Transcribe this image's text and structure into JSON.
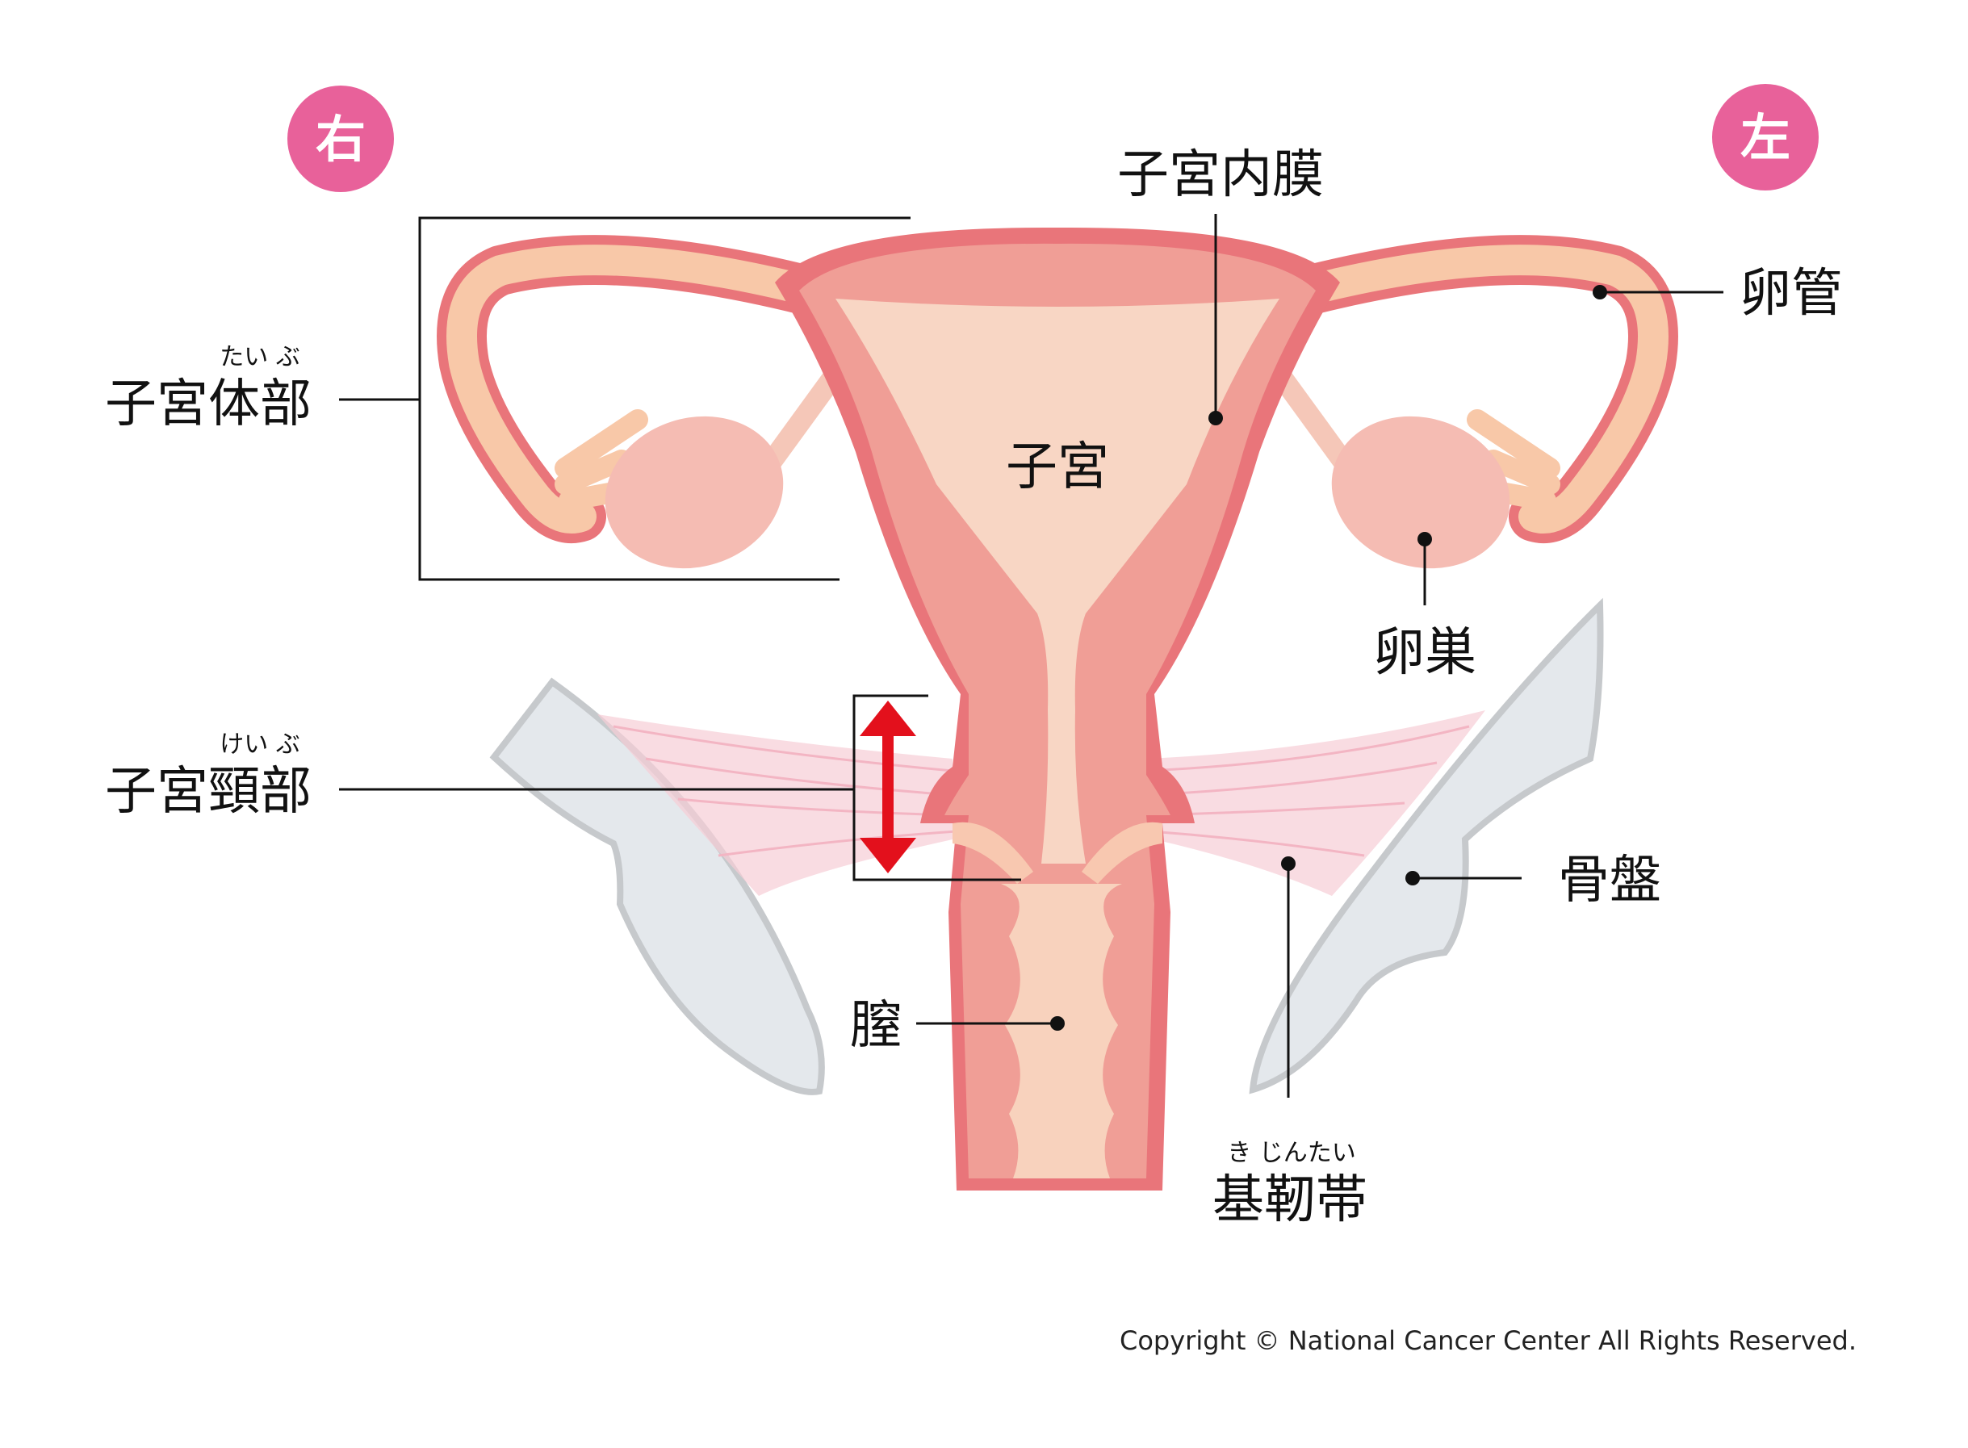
{
  "side_labels": {
    "right": "右",
    "left": "左"
  },
  "labels": {
    "endometrium": "子宮内膜",
    "uterus": "子宮",
    "fallopian_tube": "卵管",
    "ovary": "卵巣",
    "uterine_body": "子宮体部",
    "uterine_body_ruby": "たい ぶ",
    "cervix": "子宮頸部",
    "cervix_ruby": "けい ぶ",
    "pelvis": "骨盤",
    "vagina": "膣",
    "cardinal_ligament": "基靭帯",
    "cardinal_ligament_ruby": "き じんたい"
  },
  "copyright": "Copyright © National Cancer Center All Rights Reserved.",
  "colors": {
    "side_badge": "#e8619a",
    "uterus_outer": "#e9757a",
    "uterus_wall": "#f09e96",
    "uterus_inner": "#f8d6c4",
    "ovary": "#f5bcb3",
    "pelvis_fill": "#e4e8ec",
    "pelvis_stroke": "#c6c9cc",
    "ligament": "#f7cdd6",
    "arrow": "#e3101c"
  },
  "icons": {
    "cervix_length_marker": "double-arrow-icon"
  }
}
